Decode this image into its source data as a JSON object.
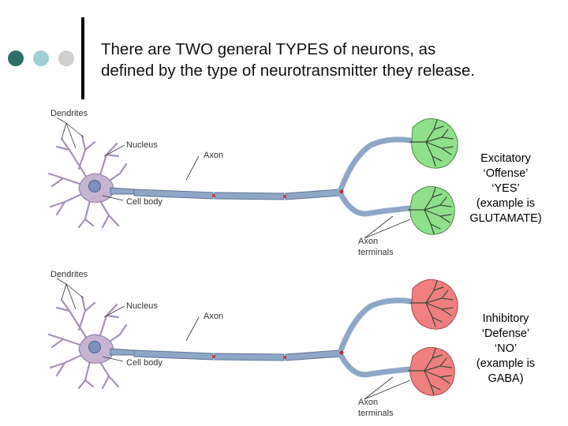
{
  "slide": {
    "title_line1": "There are TWO general TYPES of neurons, as",
    "title_line2": "defined by the type of neurotransmitter they release."
  },
  "bullet_dots": [
    {
      "color": "#2f6f6a"
    },
    {
      "color": "#9fd0d6"
    },
    {
      "color": "#cfcfcf"
    }
  ],
  "neuron_labels": {
    "dendrites": "Dendrites",
    "nucleus": "Nucleus",
    "axon": "Axon",
    "cell_body": "Cell body",
    "axon_terminals_line1": "Axon",
    "axon_terminals_line2": "terminals"
  },
  "excitatory": {
    "lines": [
      "Excitatory",
      "‘Offense’",
      "‘YES’",
      "(example is",
      "GLUTAMATE)"
    ],
    "terminal_color": "#8fe08a"
  },
  "inhibitory": {
    "lines": [
      "Inhibitory",
      "‘Defense’",
      "‘NO’",
      "(example is",
      "GABA)"
    ],
    "terminal_color": "#f07f7f"
  },
  "colors": {
    "soma": "#c6b4d2",
    "axon": "#8fa7c6",
    "axon_dark": "#5e7595"
  }
}
